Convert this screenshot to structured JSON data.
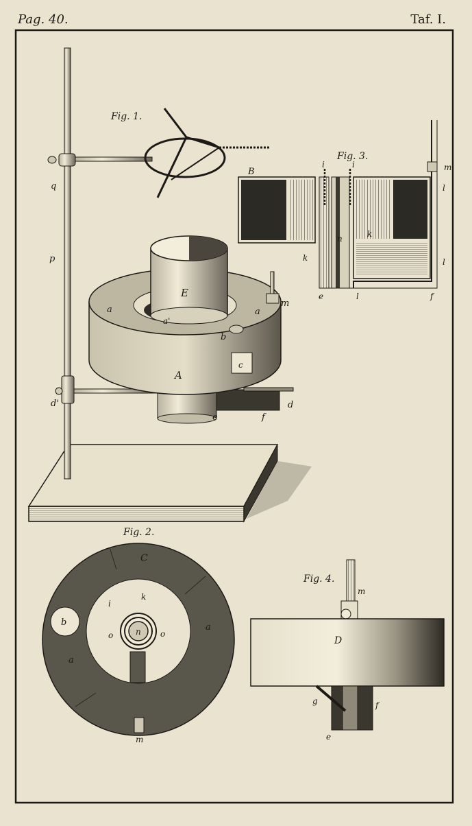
{
  "header": {
    "page_label": "Pag. 40.",
    "plate_label": "Taf. I."
  },
  "figures": {
    "fig1": {
      "title": "Fig. 1.",
      "labels": {
        "E": "E",
        "A": "A",
        "a1": "a",
        "a2": "a",
        "a_prime": "a'",
        "b": "b",
        "c": "c",
        "d": "d",
        "d_prime": "d'",
        "e": "e",
        "f": "f",
        "m": "m",
        "p": "p",
        "q": "q"
      }
    },
    "fig2": {
      "title": "Fig. 2.",
      "labels": {
        "C": "C",
        "a1": "a",
        "a2": "a",
        "b": "b",
        "i": "i",
        "k": "k",
        "n": "n",
        "o1": "o",
        "o2": "o",
        "m": "m"
      }
    },
    "fig3": {
      "title": "Fig. 3.",
      "labels": {
        "B": "B",
        "i1": "i",
        "i2": "i",
        "m": "m",
        "l1": "l",
        "l2": "l",
        "k1": "k",
        "k2": "k",
        "n": "n",
        "e": "e",
        "l3": "l",
        "f": "f"
      }
    },
    "fig4": {
      "title": "Fig. 4.",
      "labels": {
        "m": "m",
        "D": "D",
        "g": "g",
        "f": "f",
        "e": "e"
      }
    }
  }
}
